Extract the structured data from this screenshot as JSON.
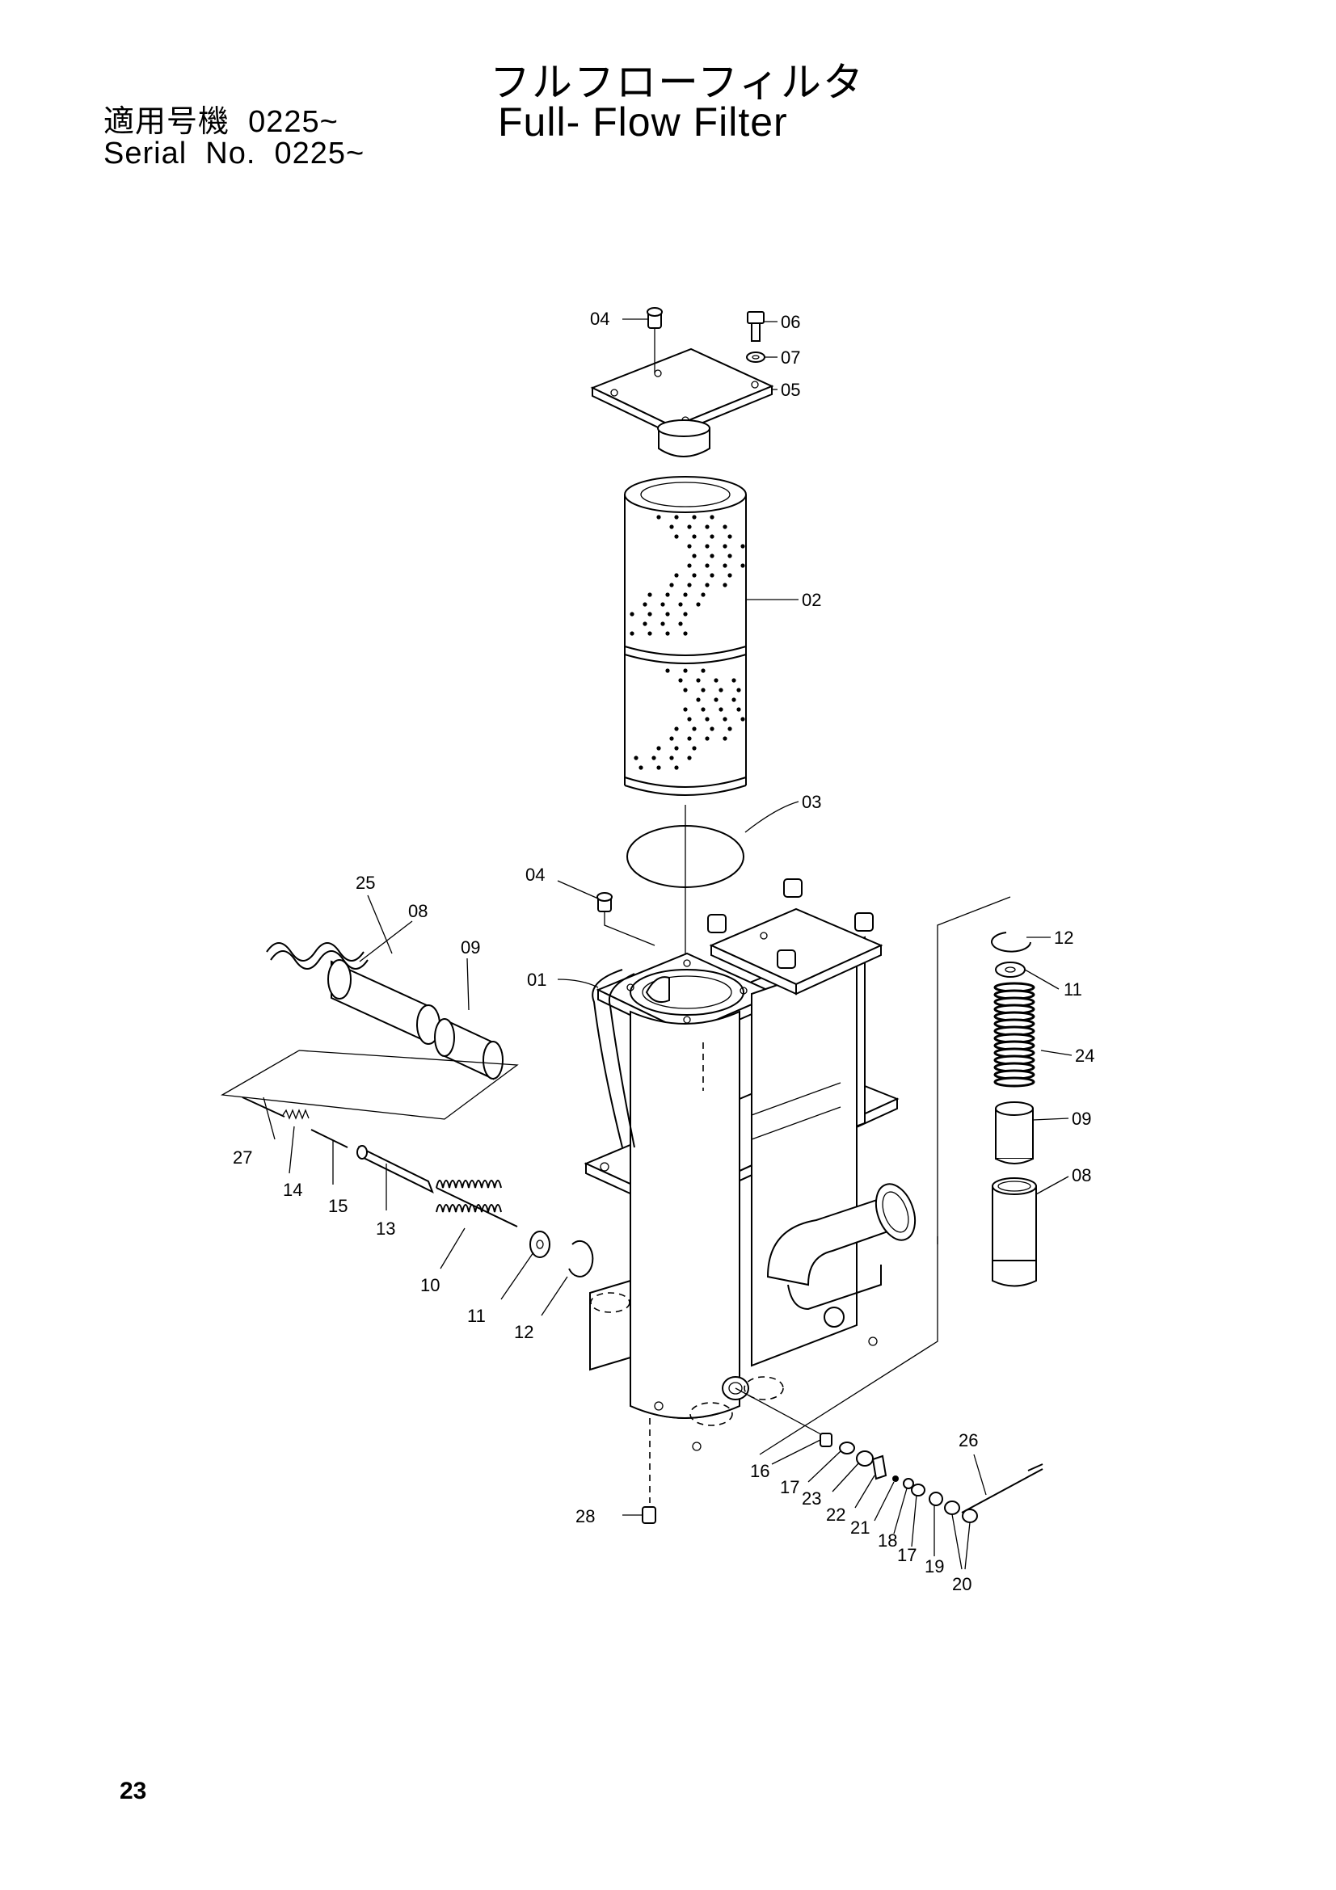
{
  "header": {
    "serial_line_1": "適用号機  0225~",
    "serial_line_2": "Serial  No.  0225~",
    "title_jp": "フルフローフィルタ",
    "title_en": "Full- Flow  Filter"
  },
  "page_number": "23",
  "callouts": {
    "c01": "01",
    "c02": "02",
    "c03": "03",
    "c04_top": "04",
    "c04_body": "04",
    "c05": "05",
    "c06": "06",
    "c07": "07",
    "c08_left": "08",
    "c08_right": "08",
    "c09_left": "09",
    "c09_right": "09",
    "c10": "10",
    "c11_left": "11",
    "c11_right": "11",
    "c12_left": "12",
    "c12_right": "12",
    "c13": "13",
    "c14": "14",
    "c15": "15",
    "c16": "16",
    "c17_a": "17",
    "c17_b": "17",
    "c18": "18",
    "c19": "19",
    "c20": "20",
    "c21": "21",
    "c22": "22",
    "c23": "23",
    "c24": "24",
    "c25": "25",
    "c26": "26",
    "c27": "27",
    "c28": "28"
  }
}
